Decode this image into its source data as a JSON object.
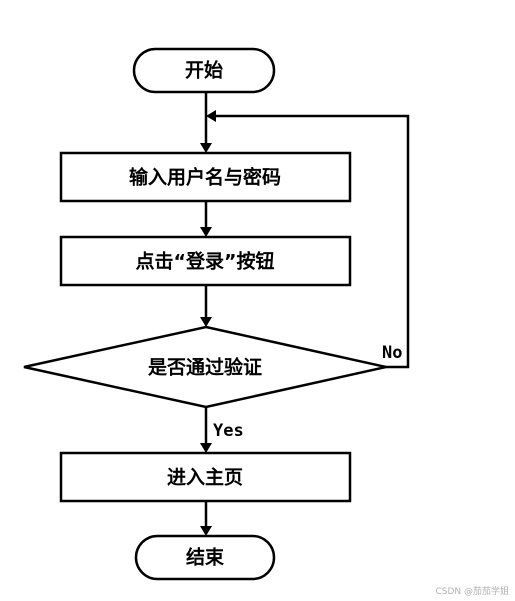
{
  "flowchart": {
    "start": "开始",
    "input_step": "输入用户名与密码",
    "click_step": "点击“登录”按钮",
    "decision": "是否通过验证",
    "yes_label": "Yes",
    "no_label": "No",
    "home_step": "进入主页",
    "end": "结束"
  },
  "watermark": "CSDN @茄茄学姐"
}
